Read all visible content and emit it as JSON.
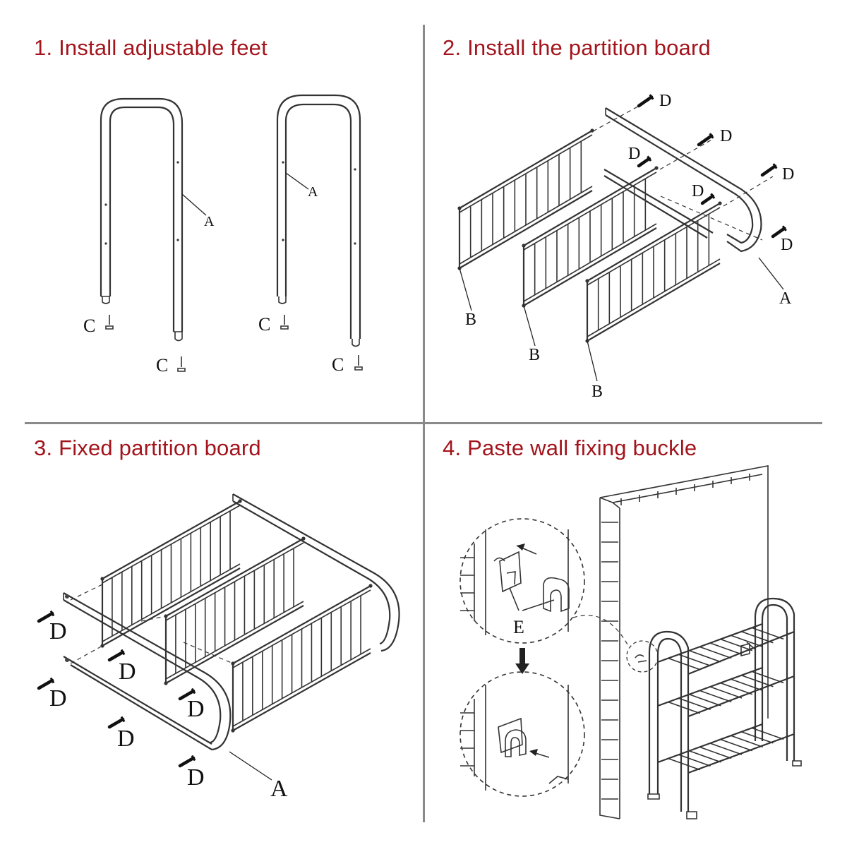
{
  "steps": [
    {
      "title": "1. Install adjustable feet"
    },
    {
      "title": "2. Install the partition board"
    },
    {
      "title": "3. Fixed partition board"
    },
    {
      "title": "4. Paste wall fixing buckle"
    }
  ],
  "parts": {
    "a": "A",
    "b": "B",
    "c": "C",
    "d": "D",
    "e": "E"
  },
  "colors": {
    "title": "#a3141c",
    "line": "#333333",
    "divider": "#8a8a8a"
  }
}
